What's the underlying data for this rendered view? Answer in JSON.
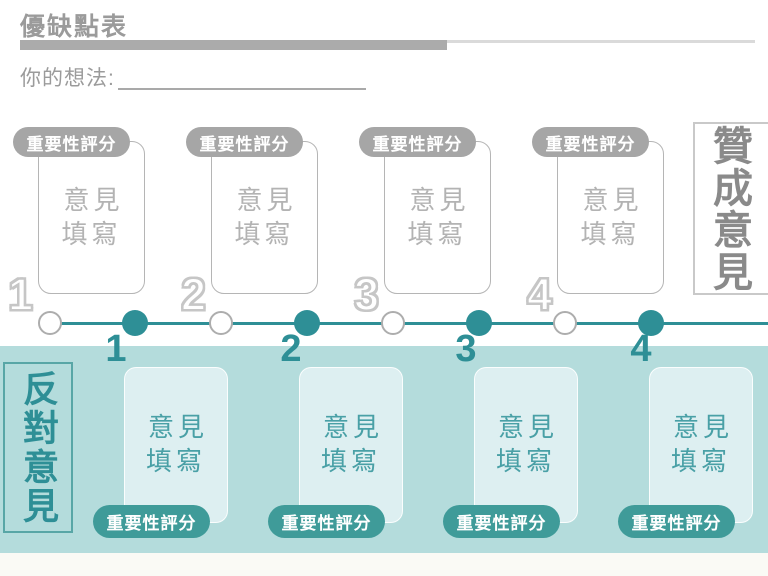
{
  "title": "優缺點表",
  "idea": {
    "label": "你的想法:",
    "value": ""
  },
  "pros": {
    "side_label": "贊成意見",
    "items": [
      {
        "index": "1",
        "rating_label": "重要性評分",
        "placeholder": "意見\n填寫"
      },
      {
        "index": "2",
        "rating_label": "重要性評分",
        "placeholder": "意見\n填寫"
      },
      {
        "index": "3",
        "rating_label": "重要性評分",
        "placeholder": "意見\n填寫"
      },
      {
        "index": "4",
        "rating_label": "重要性評分",
        "placeholder": "意見\n填寫"
      }
    ]
  },
  "cons": {
    "side_label": "反對意見",
    "items": [
      {
        "index": "1",
        "rating_label": "重要性評分",
        "placeholder": "意見\n填寫"
      },
      {
        "index": "2",
        "rating_label": "重要性評分",
        "placeholder": "意見\n填寫"
      },
      {
        "index": "3",
        "rating_label": "重要性評分",
        "placeholder": "意見\n填寫"
      },
      {
        "index": "4",
        "rating_label": "重要性評分",
        "placeholder": "意見\n填寫"
      }
    ]
  },
  "colors": {
    "teal": "#2E8F96",
    "teal_badge": "#3F9B99",
    "band": "#B4DCDC",
    "card_fill": "#DDEFF1",
    "card_text": "#49A0A6",
    "gray_badge": "#A6A6A6",
    "gray_text": "#9B9B9B",
    "gray_dark": "#8A8A8A",
    "border_gray": "#B5B5B5",
    "outline_num": "#C6C6C6",
    "rule_thick": "#ABABAB",
    "rule_thin": "#DADADA",
    "strip": "#FAFAF5"
  }
}
